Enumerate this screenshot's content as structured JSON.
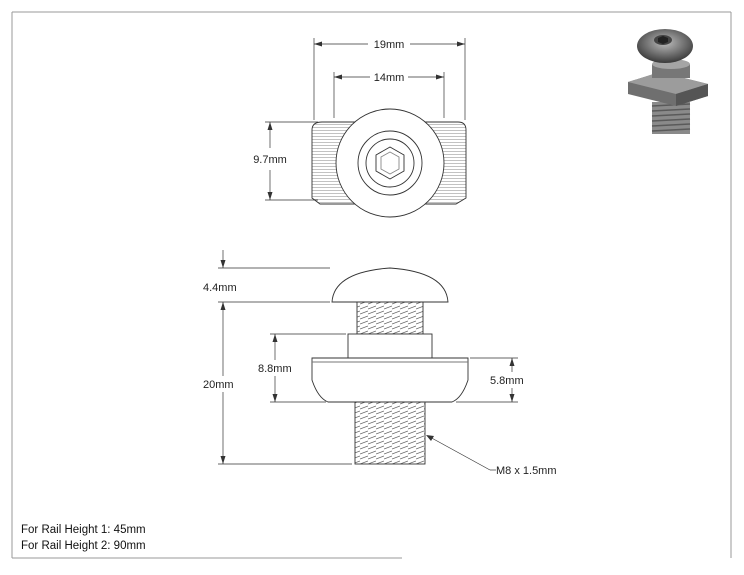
{
  "dimensions": {
    "top_width_outer": "19mm",
    "top_width_inner": "14mm",
    "top_height": "9.7mm",
    "head_height": "4.4mm",
    "total_length": "20mm",
    "nut_offset": "8.8mm",
    "nut_height": "5.8mm",
    "thread_spec": "M8 x 1.5mm"
  },
  "notes": {
    "rail_height_1": "For Rail Height 1: 45mm",
    "rail_height_2": "For Rail Height 2: 90mm"
  }
}
